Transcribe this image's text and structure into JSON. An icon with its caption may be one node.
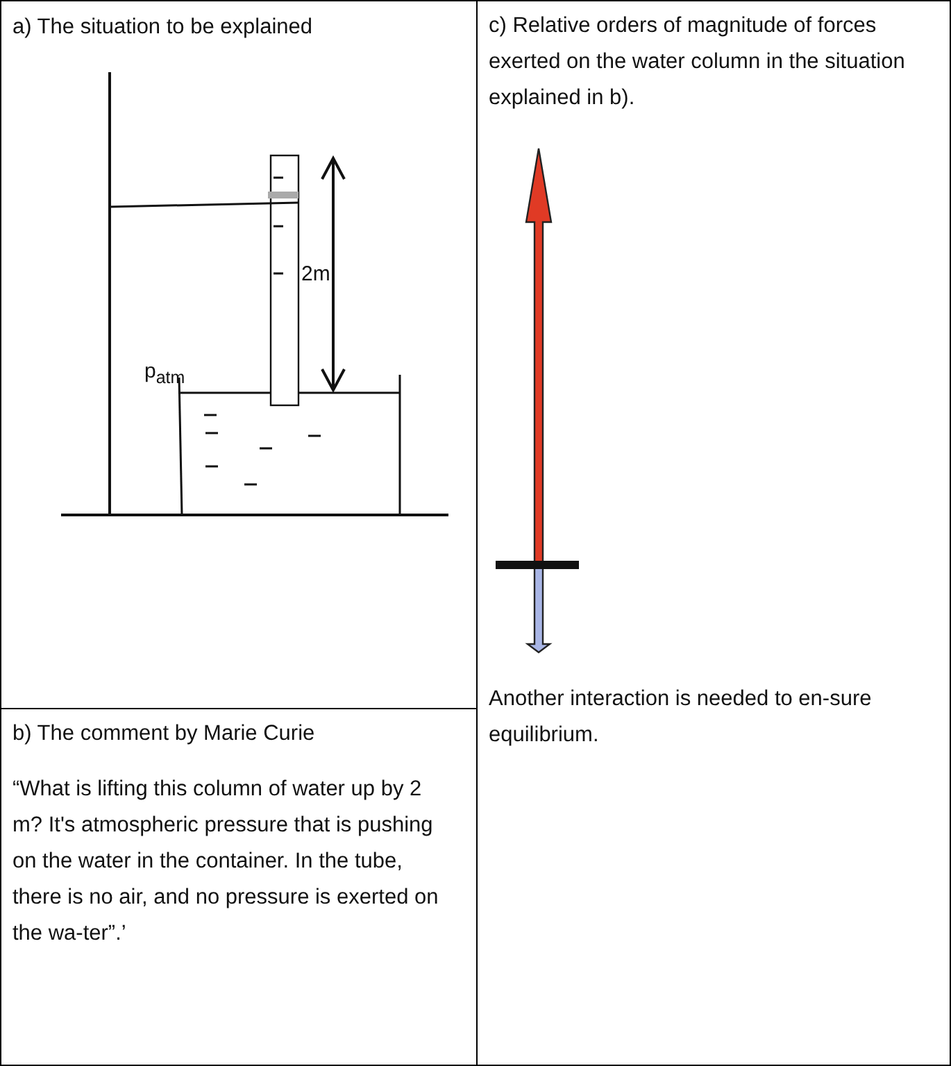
{
  "diagram": {
    "nodes": [
      {
        "text": [
          "a) The situation to be explained"
        ]
      },
      {
        "text": [
          "b) The comment by Marie Curie",
          "“What is lifting this column of water up by 2 m? It's atmospheric pressure that is pushing on the water in the container. In the tube, there is no air, and no pressure is exerted on the wa-ter”.’"
        ]
      },
      {
        "text": [
          "c) Relative orders of magnitude of forces exerted on the water column in the situation explained in b).",
          "Another interaction is needed to en-sure equilibrium."
        ]
      }
    ],
    "edges": [],
    "labels": [
      "2m",
      "p$_{atm}$"
    ]
  }
}
